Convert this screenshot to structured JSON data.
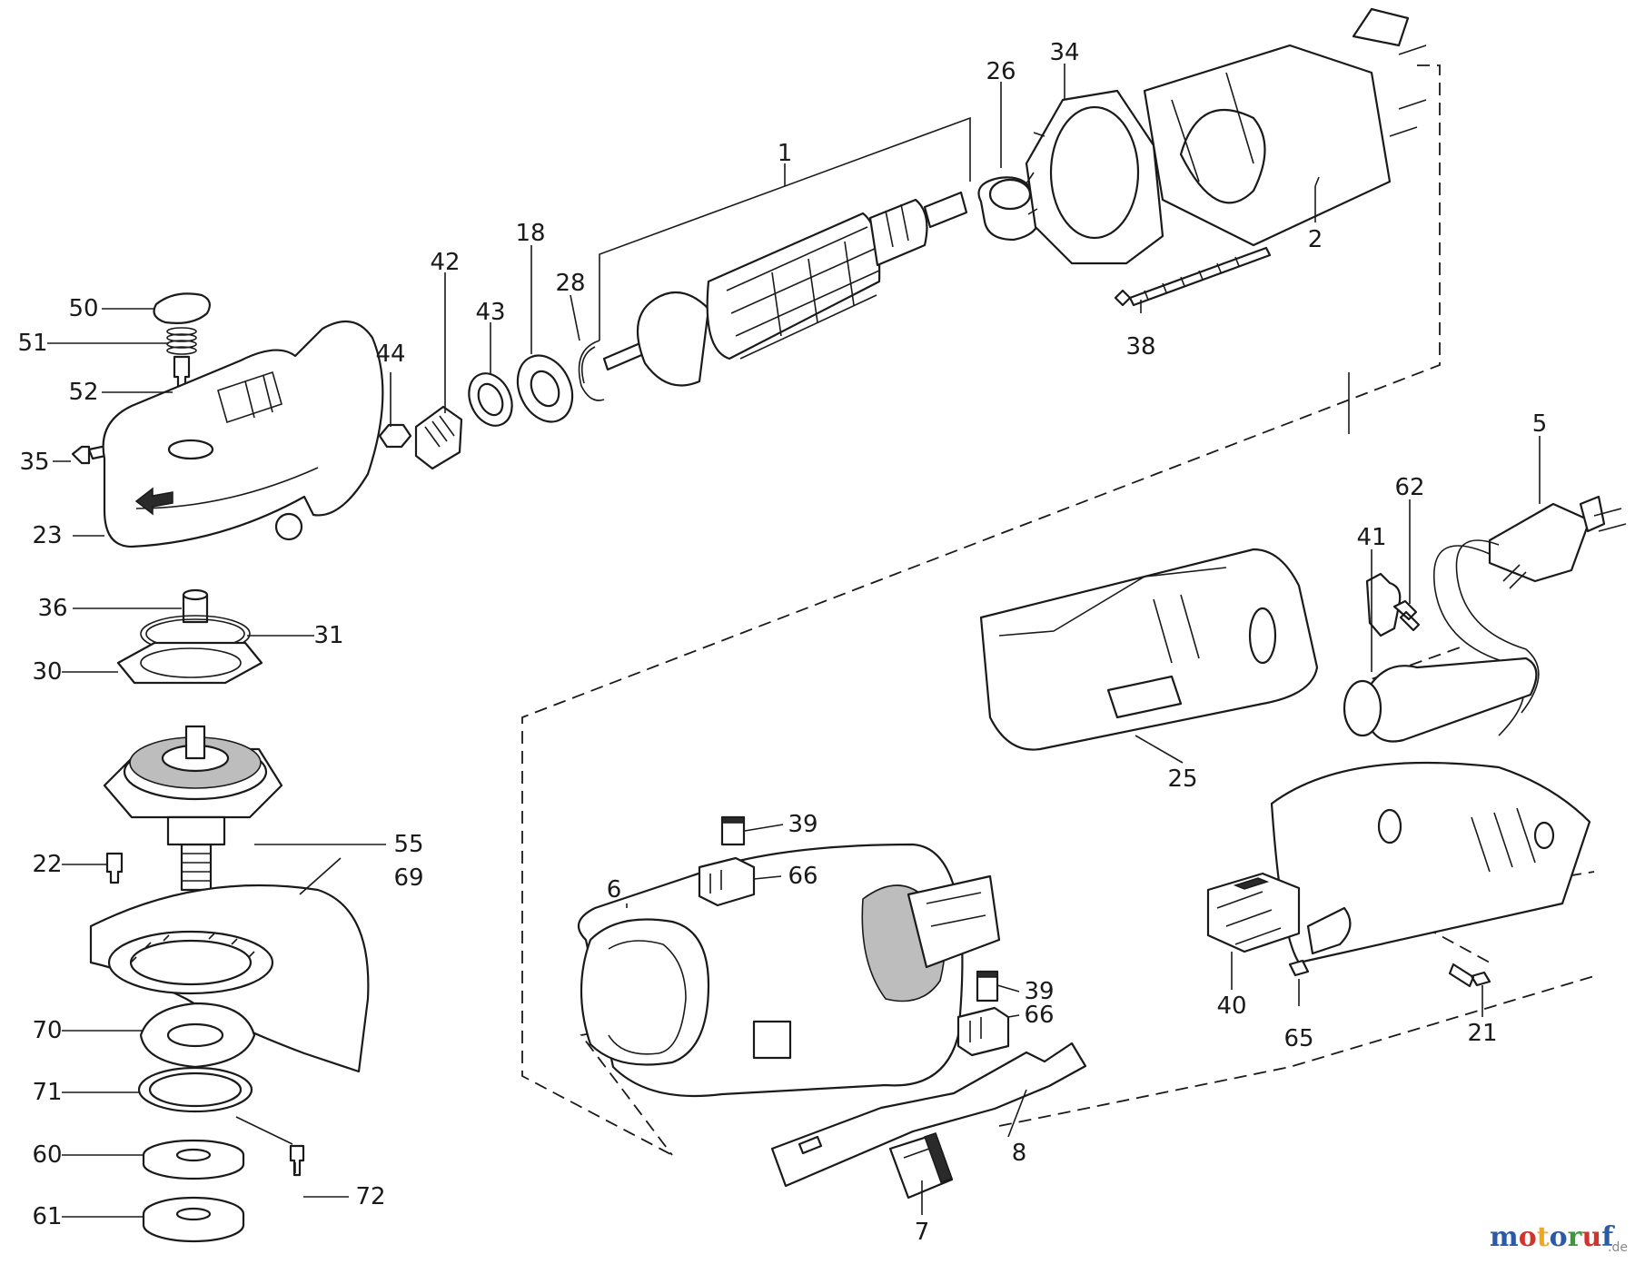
{
  "callouts": [
    {
      "id": "p1",
      "label": "1"
    },
    {
      "id": "p2",
      "label": "2"
    },
    {
      "id": "p5",
      "label": "5"
    },
    {
      "id": "p6",
      "label": "6"
    },
    {
      "id": "p7",
      "label": "7"
    },
    {
      "id": "p8",
      "label": "8"
    },
    {
      "id": "p18",
      "label": "18"
    },
    {
      "id": "p21",
      "label": "21"
    },
    {
      "id": "p22",
      "label": "22"
    },
    {
      "id": "p23",
      "label": "23"
    },
    {
      "id": "p25",
      "label": "25"
    },
    {
      "id": "p26",
      "label": "26"
    },
    {
      "id": "p28",
      "label": "28"
    },
    {
      "id": "p30",
      "label": "30"
    },
    {
      "id": "p31",
      "label": "31"
    },
    {
      "id": "p34",
      "label": "34"
    },
    {
      "id": "p35",
      "label": "35"
    },
    {
      "id": "p36",
      "label": "36"
    },
    {
      "id": "p38",
      "label": "38"
    },
    {
      "id": "p39a",
      "label": "39"
    },
    {
      "id": "p39b",
      "label": "39"
    },
    {
      "id": "p40",
      "label": "40"
    },
    {
      "id": "p41",
      "label": "41"
    },
    {
      "id": "p42",
      "label": "42"
    },
    {
      "id": "p43",
      "label": "43"
    },
    {
      "id": "p44",
      "label": "44"
    },
    {
      "id": "p50",
      "label": "50"
    },
    {
      "id": "p51",
      "label": "51"
    },
    {
      "id": "p52",
      "label": "52"
    },
    {
      "id": "p55",
      "label": "55"
    },
    {
      "id": "p60",
      "label": "60"
    },
    {
      "id": "p61",
      "label": "61"
    },
    {
      "id": "p62",
      "label": "62"
    },
    {
      "id": "p65",
      "label": "65"
    },
    {
      "id": "p66a",
      "label": "66"
    },
    {
      "id": "p66b",
      "label": "66"
    },
    {
      "id": "p69",
      "label": "69"
    },
    {
      "id": "p70",
      "label": "70"
    },
    {
      "id": "p71",
      "label": "71"
    },
    {
      "id": "p72",
      "label": "72"
    }
  ],
  "watermark": {
    "word": "motoruf",
    "tld": ".de",
    "letter_colors": [
      "#2b5aa8",
      "#d4332b",
      "#f0a81e",
      "#2b5aa8",
      "#3a9a3a",
      "#d4332b",
      "#2b5aa8"
    ]
  }
}
